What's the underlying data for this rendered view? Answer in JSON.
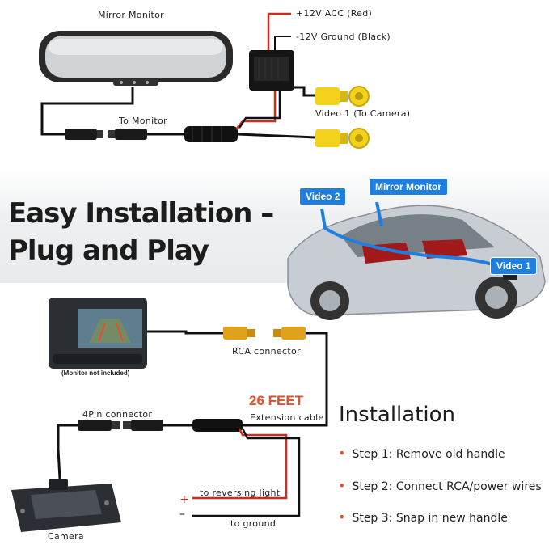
{
  "top_diagram": {
    "mirror_label": "Mirror Monitor",
    "acc_label": "+12V ACC (Red)",
    "ground_label": "-12V Ground (Black)",
    "to_monitor_label": "To Monitor",
    "video1_label": "Video 1 (To Camera)"
  },
  "headline": {
    "line1": "Easy Installation –",
    "line2": "Plug and Play"
  },
  "car_tags": {
    "video2": "Video 2",
    "mirror_monitor": "Mirror Monitor",
    "video1": "Video 1"
  },
  "bottom_diagram": {
    "monitor_note": "(Monitor not included)",
    "rca_label": "RCA connector",
    "feet_label": "26 FEET",
    "extension_label": "Extension cable",
    "pin_label": "4Pin connector",
    "reversing_label": "to reversing light",
    "ground_label": "to ground",
    "plus_sign": "+",
    "minus_sign": "–",
    "camera_label": "Camera"
  },
  "installation": {
    "title": "Installation",
    "steps": [
      "Step 1: Remove old handle",
      "Step 2: Connect RCA/power wires",
      "Step 3: Snap in new handle"
    ]
  },
  "colors": {
    "accent_orange": "#e2502a",
    "tag_blue": "#1f7fe0",
    "rca_yellow": "#f2d21a",
    "wire_red": "#d42a1c"
  }
}
